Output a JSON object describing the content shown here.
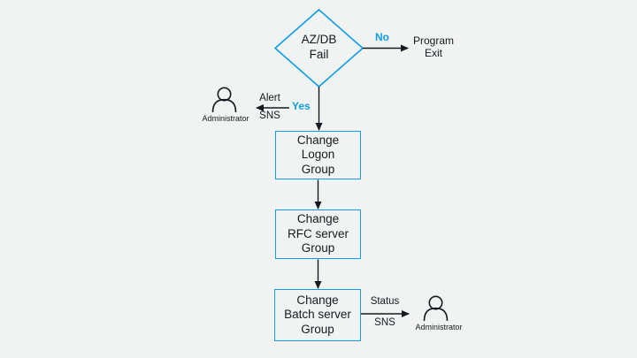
{
  "colors": {
    "background": "#F1F2F2",
    "accent": "#0E9DE5",
    "ink": "#16191F"
  },
  "decision": {
    "line1": "AZ/DB",
    "line2": "Fail"
  },
  "no_branch": {
    "label": "No",
    "target_line1": "Program",
    "target_line2": "Exit"
  },
  "yes_branch": {
    "label": "Yes"
  },
  "alert_notification": {
    "line1": "Alert",
    "line2": "SNS",
    "recipient": "Administrator"
  },
  "status_notification": {
    "line1": "Status",
    "line2": "SNS",
    "recipient": "Administrator"
  },
  "steps": [
    {
      "line1": "Change",
      "line2": "Logon",
      "line3": "Group"
    },
    {
      "line1": "Change",
      "line2": "RFC server",
      "line3": "Group"
    },
    {
      "line1": "Change",
      "line2": "Batch server",
      "line3": "Group"
    }
  ]
}
